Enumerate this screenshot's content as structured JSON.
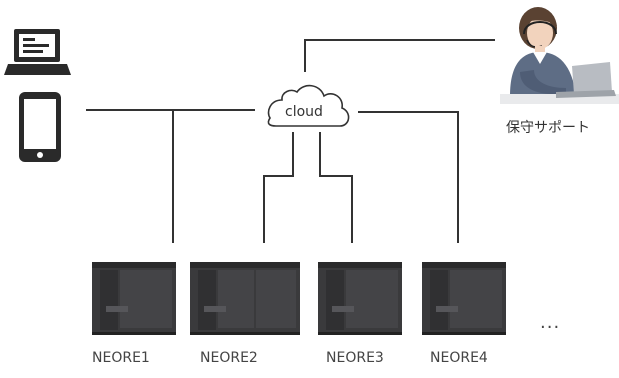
{
  "diagram": {
    "cloud_label": "cloud",
    "support_label": "保守サポート",
    "machines": [
      "NEORE1",
      "NEORE2",
      "NEORE3",
      "NEORE4"
    ],
    "more_indicator": "...",
    "icons": {
      "laptop": "laptop-icon",
      "phone": "smartphone-icon",
      "cloud": "cloud-icon",
      "operator": "support-operator-icon",
      "machine": "neore-machine-icon"
    },
    "colors": {
      "line": "#333333",
      "device": "#2a2a2a",
      "machine": "#3a3a3c"
    }
  }
}
